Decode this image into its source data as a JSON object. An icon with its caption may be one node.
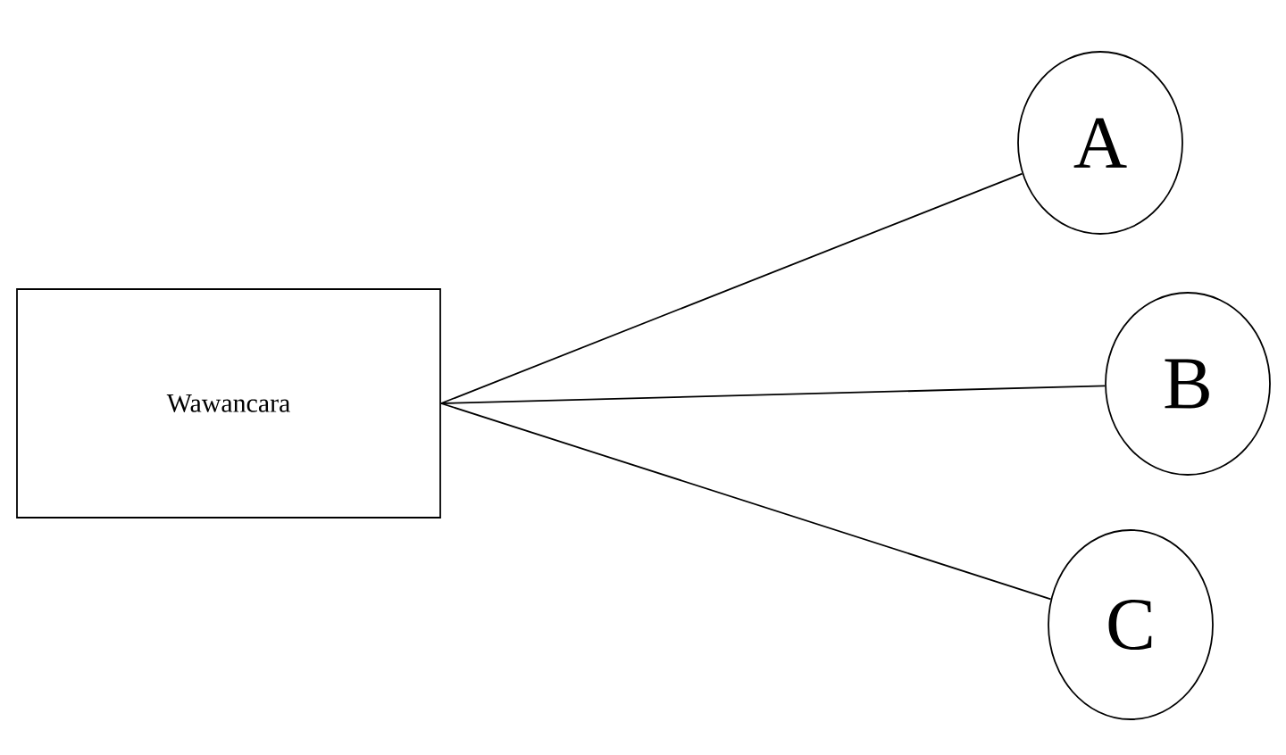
{
  "diagram": {
    "nodes": [
      {
        "text": [
          "Wawancara"
        ]
      },
      {
        "text": [
          "A"
        ]
      },
      {
        "text": [
          "B"
        ]
      },
      {
        "text": [
          "C"
        ]
      }
    ],
    "edges": [
      {
        "from": 0,
        "to": 1,
        "arrow": "none"
      },
      {
        "from": 0,
        "to": 2,
        "arrow": "none"
      },
      {
        "from": 0,
        "to": 3,
        "arrow": "none"
      }
    ]
  }
}
